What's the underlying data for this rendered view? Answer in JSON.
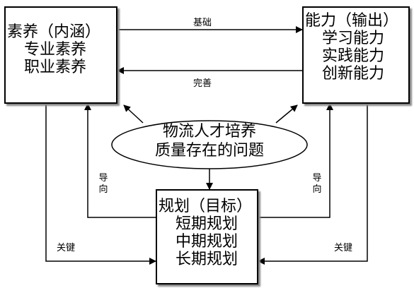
{
  "nodes": {
    "left_box": {
      "title": "素养（内涵）",
      "items": [
        "专业素养",
        "职业素养"
      ]
    },
    "right_box": {
      "title": "能力（输出）",
      "items": [
        "学习能力",
        "实践能力",
        "创新能力"
      ]
    },
    "bottom_box": {
      "title": "规划（目标）",
      "items": [
        "短期规划",
        "中期规划",
        "长期规划"
      ]
    },
    "center_ellipse": {
      "lines": [
        "物流人才培养",
        "质量存在的问题"
      ]
    }
  },
  "edges": {
    "top_arrow_label": "基础",
    "middle_arrow_label": "完善",
    "left_vertical_label": [
      "导",
      "向"
    ],
    "right_vertical_label": [
      "导",
      "向"
    ],
    "bottom_left_label": "关键",
    "bottom_right_label": "关键"
  }
}
